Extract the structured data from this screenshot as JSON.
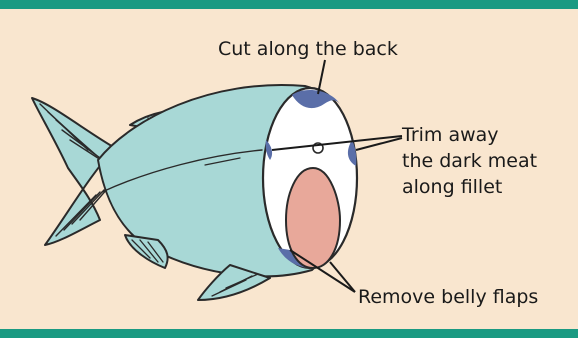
{
  "labels": {
    "cut_back": "Cut along the back",
    "trim_line1": "Trim away",
    "trim_line2": "the dark meat",
    "trim_line3": "along fillet",
    "remove_belly": "Remove belly flaps"
  },
  "colors": {
    "background": "#f9e6cf",
    "border": "#1a9a82",
    "fish_body": "#a8d8d6",
    "fish_outline": "#2a2a2a",
    "cut_face": "#ffffff",
    "dark_meat": "#5a6ea8",
    "belly_cavity": "#e8a89a"
  }
}
